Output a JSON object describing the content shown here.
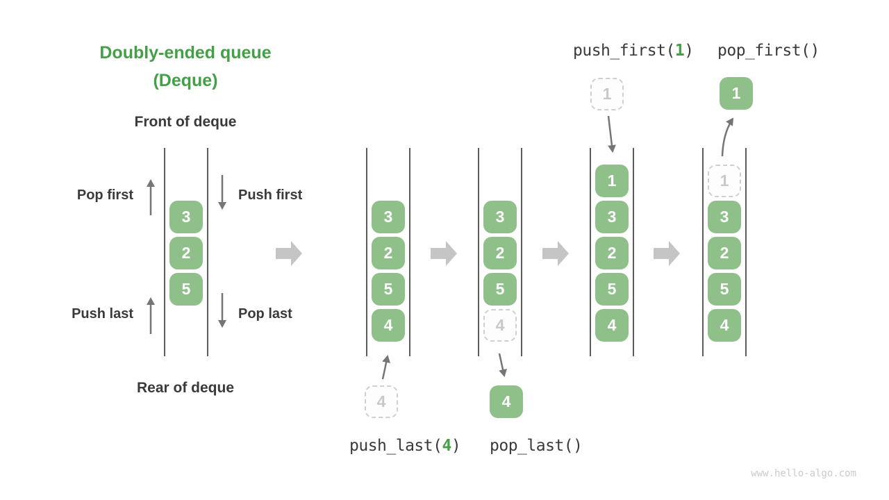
{
  "title": {
    "line1": "Doubly-ended queue",
    "line2": "(Deque)"
  },
  "labels": {
    "front": "Front of deque",
    "rear": "Rear of deque",
    "pop_first": "Pop first",
    "push_first": "Push first",
    "push_last": "Push last",
    "pop_last": "Pop last"
  },
  "operations": {
    "push_last": {
      "pre": "push_last(",
      "arg": "4",
      "post": ")"
    },
    "pop_last": {
      "pre": "pop_last()",
      "arg": "",
      "post": ""
    },
    "push_first": {
      "pre": "push_first(",
      "arg": "1",
      "post": ")"
    },
    "pop_first": {
      "pre": "pop_first()",
      "arg": "",
      "post": ""
    }
  },
  "queues": [
    {
      "name": "deque-overview",
      "items": [
        {
          "value": "3",
          "row": 1,
          "style": "filled"
        },
        {
          "value": "2",
          "row": 2,
          "style": "filled"
        },
        {
          "value": "5",
          "row": 3,
          "style": "filled"
        }
      ]
    },
    {
      "name": "deque-after-push-last",
      "items": [
        {
          "value": "3",
          "row": 1,
          "style": "filled"
        },
        {
          "value": "2",
          "row": 2,
          "style": "filled"
        },
        {
          "value": "5",
          "row": 3,
          "style": "filled"
        },
        {
          "value": "4",
          "row": 4,
          "style": "filled"
        }
      ]
    },
    {
      "name": "deque-pop-last",
      "items": [
        {
          "value": "3",
          "row": 1,
          "style": "filled"
        },
        {
          "value": "2",
          "row": 2,
          "style": "filled"
        },
        {
          "value": "5",
          "row": 3,
          "style": "filled"
        },
        {
          "value": "4",
          "row": 4,
          "style": "dashed"
        }
      ]
    },
    {
      "name": "deque-after-push-first",
      "items": [
        {
          "value": "1",
          "row": 0,
          "style": "filled"
        },
        {
          "value": "3",
          "row": 1,
          "style": "filled"
        },
        {
          "value": "2",
          "row": 2,
          "style": "filled"
        },
        {
          "value": "5",
          "row": 3,
          "style": "filled"
        },
        {
          "value": "4",
          "row": 4,
          "style": "filled"
        }
      ]
    },
    {
      "name": "deque-pop-first",
      "items": [
        {
          "value": "1",
          "row": 0,
          "style": "dashed"
        },
        {
          "value": "3",
          "row": 1,
          "style": "filled"
        },
        {
          "value": "2",
          "row": 2,
          "style": "filled"
        },
        {
          "value": "5",
          "row": 3,
          "style": "filled"
        },
        {
          "value": "4",
          "row": 4,
          "style": "filled"
        }
      ]
    }
  ],
  "floating_boxes": {
    "pushed_last_4": {
      "value": "4",
      "style": "dashed"
    },
    "popped_last_4": {
      "value": "4",
      "style": "filled"
    },
    "pushed_first_1": {
      "value": "1",
      "style": "dashed"
    },
    "popped_first_1": {
      "value": "1",
      "style": "filled"
    }
  },
  "watermark": "www.hello-algo.com",
  "colors": {
    "accent_green": "#43A047",
    "box_green": "#8FC08A",
    "text_dark": "#3a3a3a",
    "dashed_gray": "#cfcfcf",
    "arrow_gray": "#757575",
    "block_arrow_gray": "#c5c5c5",
    "watermark_gray": "#cbcbcb"
  }
}
